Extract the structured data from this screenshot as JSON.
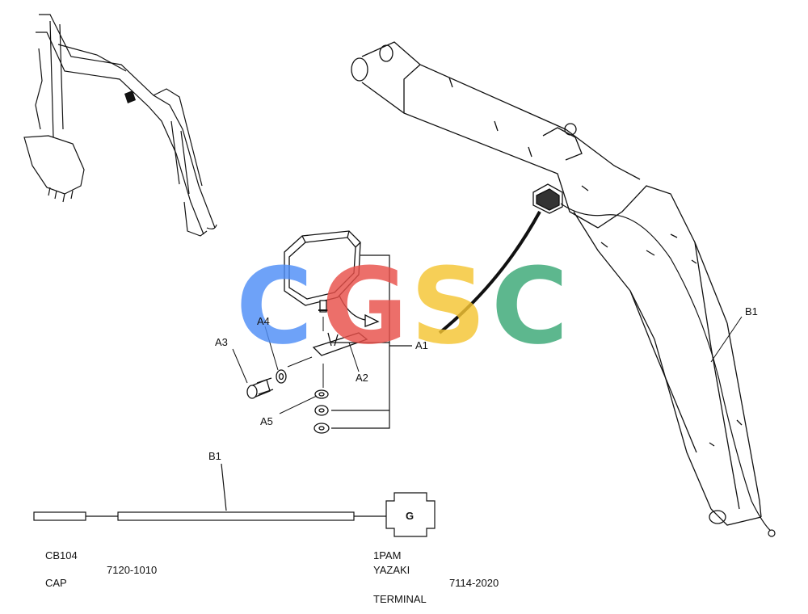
{
  "callouts": {
    "a1": "A1",
    "a2": "A2",
    "a3": "A3",
    "a4": "A4",
    "a5": "A5",
    "b1_boom": "B1",
    "b1_harness": "B1"
  },
  "harness": {
    "left_part": "CB104",
    "left_code": "7120-1010",
    "left_desc": "CAP",
    "connector_letter": "G",
    "right_part": "1PAM",
    "right_maker": "YAZAKI",
    "right_code": "7114-2020",
    "right_desc": "TERMINAL"
  },
  "watermark": {
    "letters": [
      "C",
      "G",
      "S",
      "C"
    ],
    "colors": [
      "#4f8ef7",
      "#e8504a",
      "#f5c533",
      "#3aa876"
    ]
  }
}
